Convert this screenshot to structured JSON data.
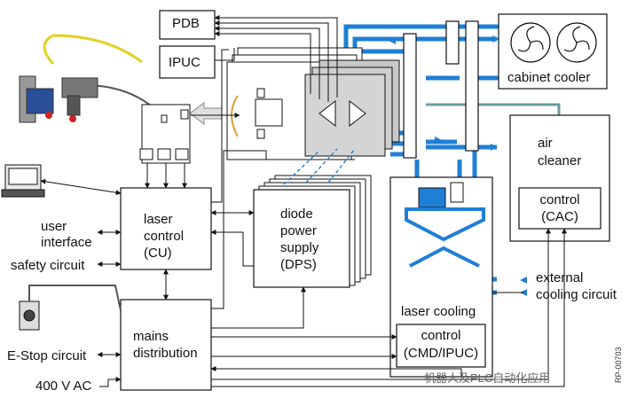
{
  "blocks": {
    "pdb": "PDB",
    "ipuc": "IPUC",
    "cabinet_cooler": "cabinet cooler",
    "air_cleaner": [
      "air",
      "cleaner"
    ],
    "cac_control": [
      "control",
      "(CAC)"
    ],
    "laser_control": [
      "laser",
      "control",
      "(CU)"
    ],
    "dps": [
      "diode",
      "power",
      "supply",
      "(DPS)"
    ],
    "laser_cooling": "laser cooling",
    "cooling_control": [
      "control",
      "(CMD/IPUC)"
    ],
    "mains": [
      "mains",
      "distribution"
    ]
  },
  "io": {
    "user_interface": [
      "user",
      "interface"
    ],
    "safety_circuit": "safety circuit",
    "estop_circuit": "E-Stop circuit",
    "power_in": "400 V AC",
    "external_cooling": [
      "external",
      "cooling circuit"
    ]
  },
  "footer": {
    "watermark": "机器人及PLC自动化应用",
    "doc_code": "RP-00703"
  },
  "colors": {
    "coolant_blue": "#1f7fd6",
    "box_gray": "#d4d4d4",
    "line": "#111111"
  }
}
